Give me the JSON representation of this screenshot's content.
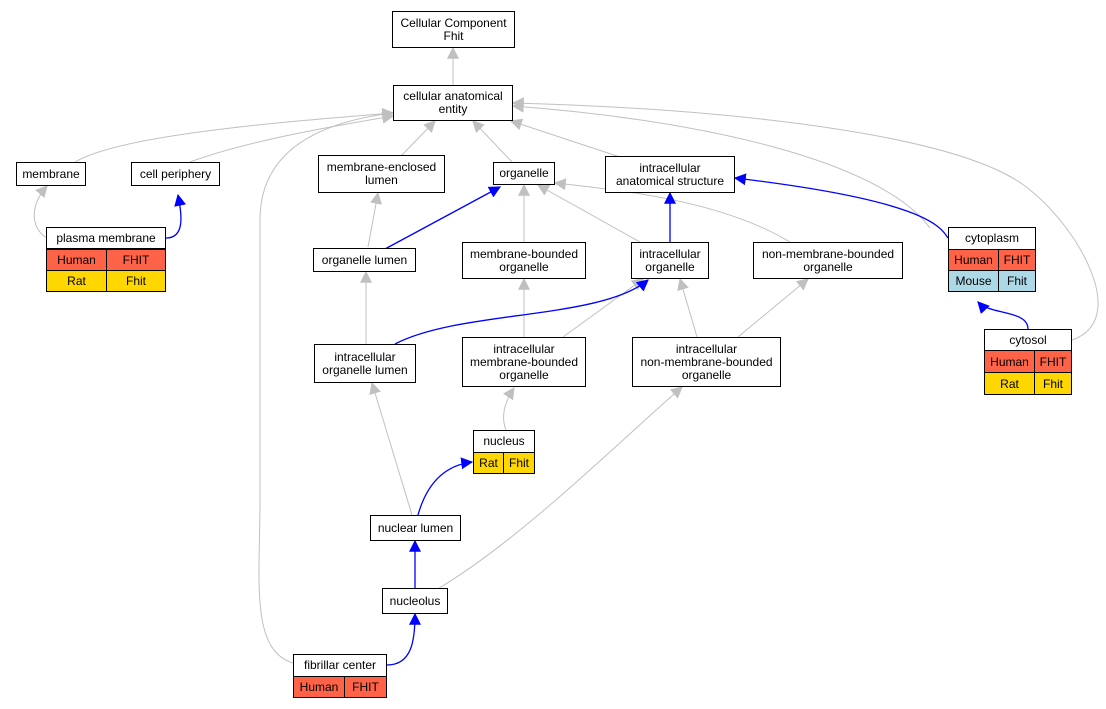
{
  "colors": {
    "human": "#ff6347",
    "rat": "#ffd700",
    "mouse": "#add8e6",
    "edge_is_a": "#c0c0c0",
    "edge_part_of": "#0000ff"
  },
  "nodes": {
    "root": "Cellular Component\nFhit",
    "cae": "cellular anatomical\nentity",
    "membrane": "membrane",
    "cell_periphery": "cell periphery",
    "mel": "membrane-enclosed\nlumen",
    "organelle": "organelle",
    "ias": "intracellular\nanatomical structure",
    "plasma_membrane": "plasma membrane",
    "cytoplasm": "cytoplasm",
    "organelle_lumen": "organelle lumen",
    "mbo": "membrane-bounded\norganelle",
    "io": "intracellular\norganelle",
    "nmbo": "non-membrane-bounded\norganelle",
    "cytosol": "cytosol",
    "iol": "intracellular\norganelle lumen",
    "imbo": "intracellular\nmembrane-bounded\norganelle",
    "inmbo": "intracellular\nnon-membrane-bounded\norganelle",
    "nucleus": "nucleus",
    "nuclear_lumen": "nuclear lumen",
    "nucleolus": "nucleolus",
    "fibrillar_center": "fibrillar center"
  },
  "annotations": {
    "plasma_membrane": [
      [
        "Human",
        "FHIT"
      ],
      [
        "Rat",
        "Fhit"
      ]
    ],
    "cytoplasm": [
      [
        "Mouse",
        "Fhit"
      ]
    ],
    "cytosol": [
      [
        "Human",
        "FHIT"
      ],
      [
        "Rat",
        "Fhit"
      ]
    ],
    "nucleus": [
      [
        "Rat",
        "Fhit"
      ]
    ],
    "fibrillar_center": [
      [
        "Human",
        "FHIT"
      ]
    ]
  }
}
